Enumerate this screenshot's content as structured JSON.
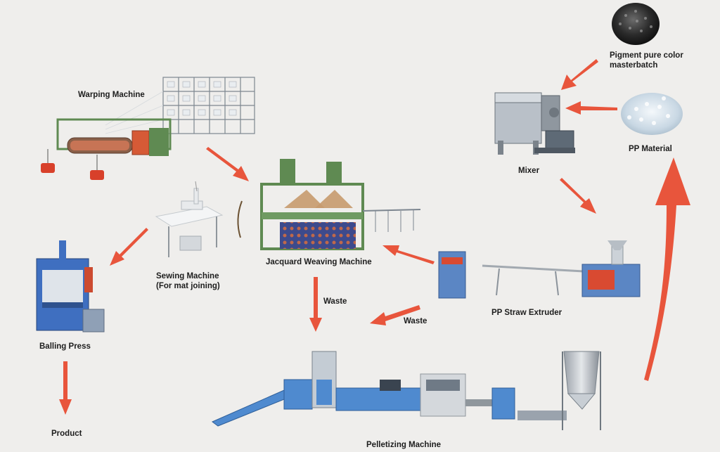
{
  "labels": {
    "pigment": [
      "Pigment pure color",
      "masterbatch"
    ],
    "pp_material": "PP Material",
    "mixer": "Mixer",
    "warping": "Warping Machine",
    "jacquard": "Jacquard Weaving Machine",
    "sewing": [
      "Sewing Machine",
      "(For mat joining)"
    ],
    "extruder": "PP Straw Extruder",
    "balling": "Balling Press",
    "product": "Product",
    "waste_left": "Waste",
    "waste_right": "Waste",
    "pelletizing": "Pelletizing Machine"
  },
  "colors": {
    "background": "#efeeec",
    "arrow": "#e8553c",
    "machine_green": "#5f8a52",
    "machine_blue": "#5b86c4",
    "machine_grey": "#9aa3ad",
    "accent_red": "#d44a2e"
  }
}
